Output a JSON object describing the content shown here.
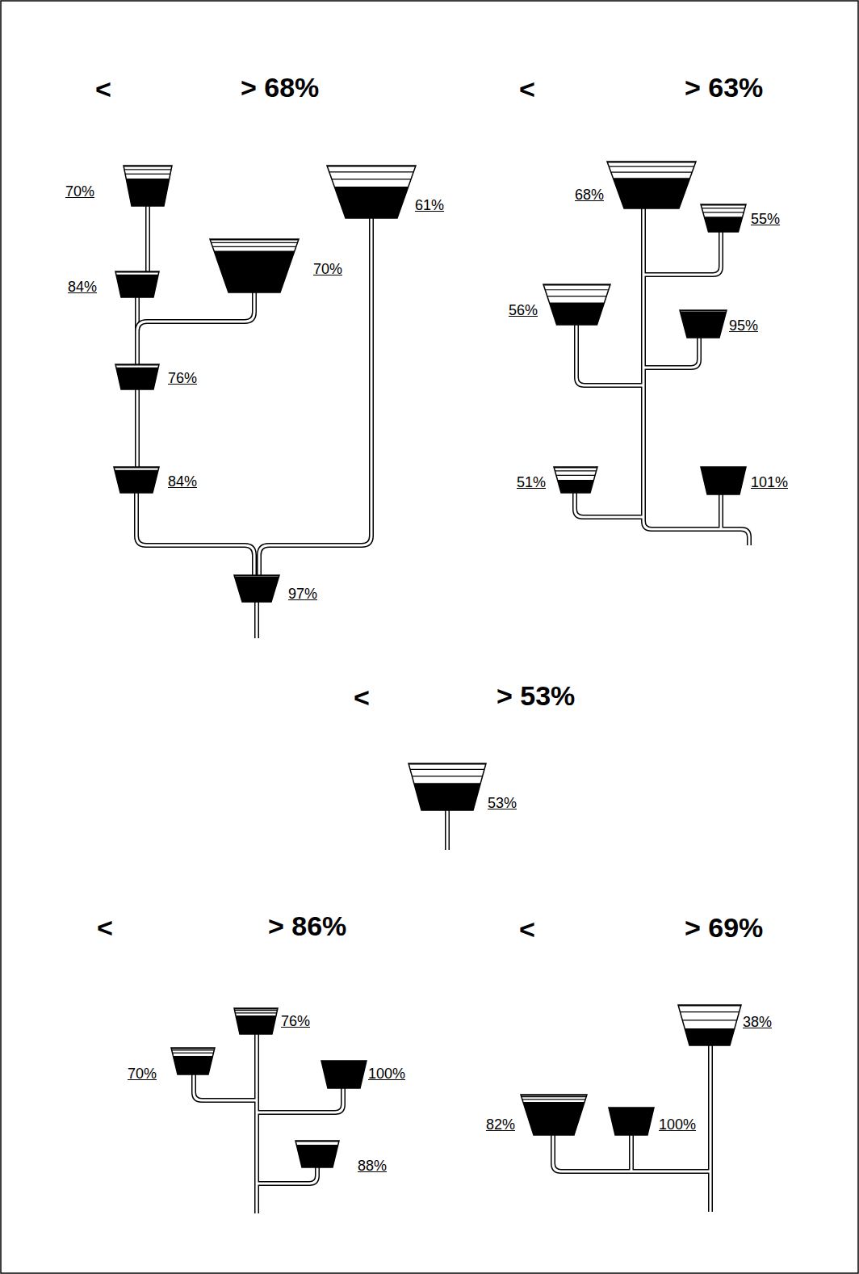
{
  "diagram": {
    "nodes": [
      {
        "text": [
          "70%"
        ]
      },
      {
        "text": [
          "84%"
        ]
      },
      {
        "text": [
          "70%"
        ]
      },
      {
        "text": [
          "76%"
        ]
      },
      {
        "text": [
          "84%"
        ]
      },
      {
        "text": [
          "61%"
        ]
      },
      {
        "text": [
          "97%"
        ]
      },
      {
        "text": [
          "68%"
        ]
      },
      {
        "text": [
          "55%"
        ]
      },
      {
        "text": [
          "56%"
        ]
      },
      {
        "text": [
          "95%"
        ]
      },
      {
        "text": [
          "51%"
        ]
      },
      {
        "text": [
          "101%"
        ]
      },
      {
        "text": [
          "53%"
        ]
      },
      {
        "text": [
          "76%"
        ]
      },
      {
        "text": [
          "70%"
        ]
      },
      {
        "text": [
          "100%"
        ]
      },
      {
        "text": [
          "88%"
        ]
      },
      {
        "text": [
          "38%"
        ]
      },
      {
        "text": [
          "82%"
        ]
      },
      {
        "text": [
          "100%"
        ]
      }
    ],
    "edges": [
      {
        "from": 0,
        "to": 1,
        "arrow": "none"
      },
      {
        "from": 1,
        "to": 3,
        "arrow": "none"
      },
      {
        "from": 2,
        "to": 3,
        "arrow": "none"
      },
      {
        "from": 3,
        "to": 4,
        "arrow": "none"
      },
      {
        "from": 4,
        "to": 6,
        "arrow": "none"
      },
      {
        "from": 5,
        "to": 6,
        "arrow": "none"
      }
    ],
    "labels": [
      "<",
      "> 68%",
      "<",
      "> 63%",
      "<",
      "> 53%",
      "<",
      "> 86%",
      "<",
      "> 69%"
    ]
  }
}
